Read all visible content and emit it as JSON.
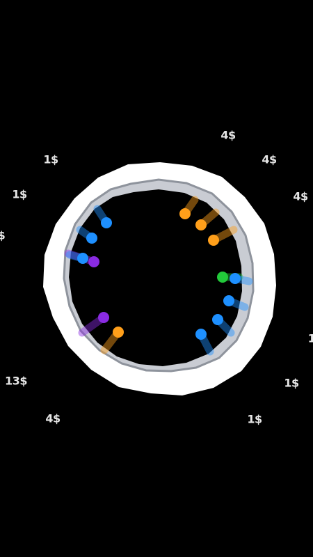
{
  "screen": {
    "background": "#000000"
  },
  "ring": {
    "outer_color": "#ffffff",
    "inner_rim_color": "#c9ccd3",
    "inner_rim_shadow": "#8e939c",
    "hole_color": "#000000"
  },
  "rewards": [
    {
      "label": "4$"
    },
    {
      "label": "4$"
    },
    {
      "label": "4$"
    },
    {
      "label": "1$"
    },
    {
      "label": "1$"
    },
    {
      "label": "$"
    },
    {
      "label": "13$"
    },
    {
      "label": "4$"
    },
    {
      "label": "1$"
    },
    {
      "label": "1$"
    },
    {
      "label": "1"
    }
  ],
  "balls": [
    {
      "color": "#1e90ff"
    },
    {
      "color": "#1e90ff"
    },
    {
      "color": "#8a2be2"
    },
    {
      "color": "#1e90ff"
    },
    {
      "color": "#8a2be2"
    },
    {
      "color": "#ff9f1a"
    },
    {
      "color": "#ff9f1a"
    },
    {
      "color": "#ff9f1a"
    },
    {
      "color": "#ff9f1a"
    },
    {
      "color": "#22c93a"
    },
    {
      "color": "#1e90ff"
    },
    {
      "color": "#1e90ff"
    },
    {
      "color": "#1e90ff"
    },
    {
      "color": "#1e90ff"
    }
  ]
}
